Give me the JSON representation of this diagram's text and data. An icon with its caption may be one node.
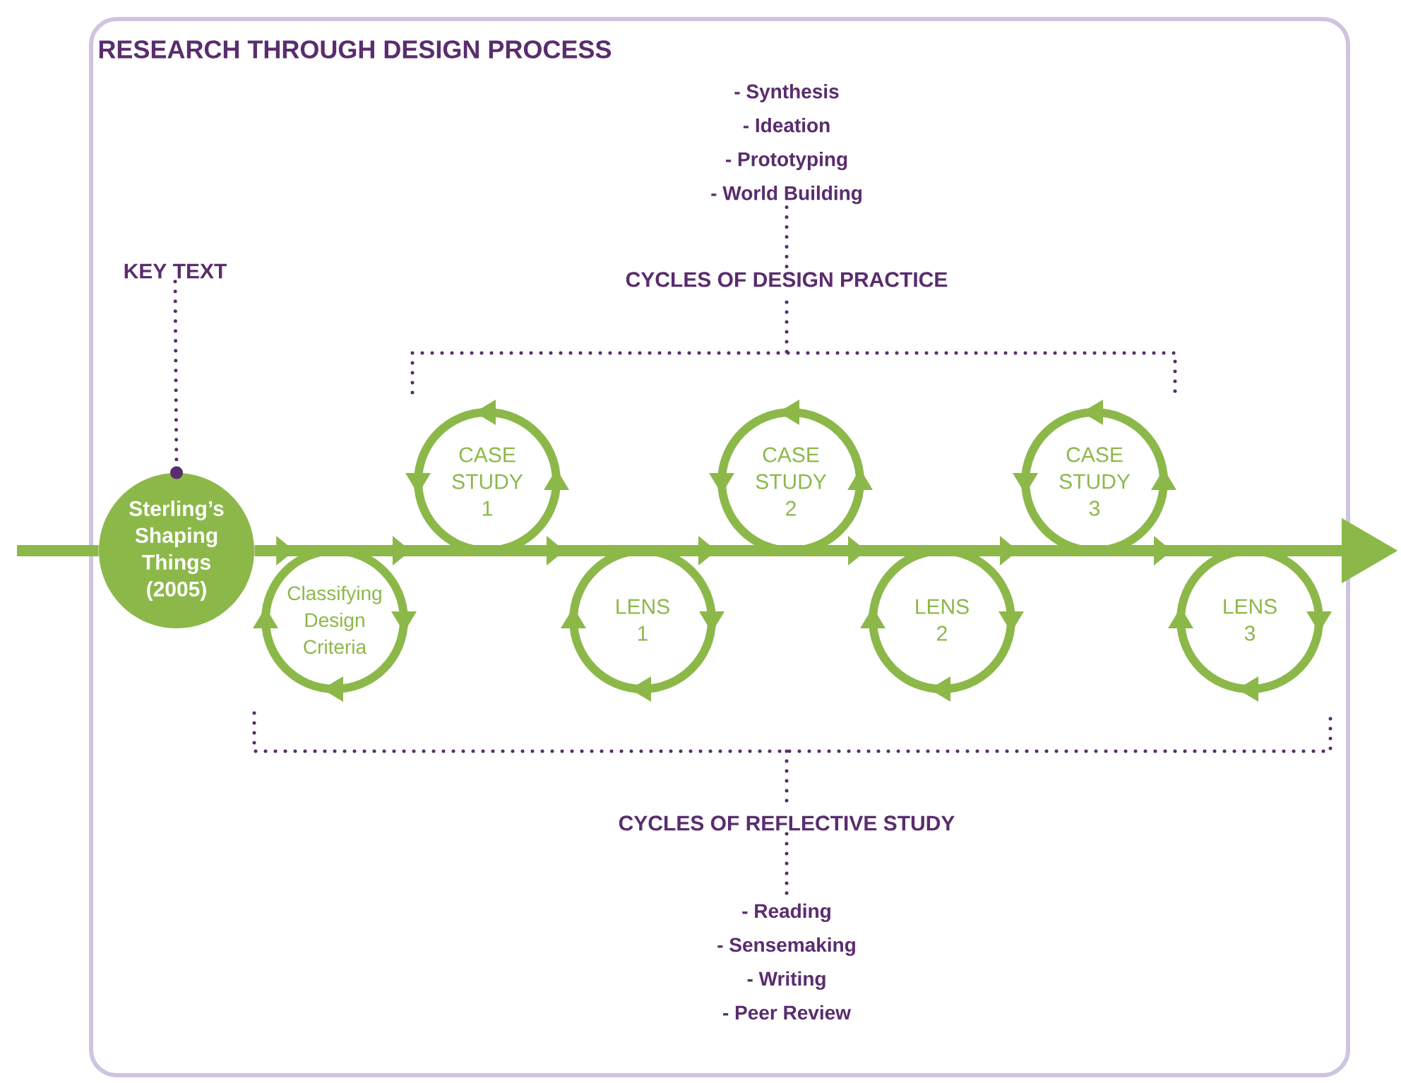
{
  "diagram": {
    "title": "RESEARCH THROUGH DESIGN PROCESS",
    "nodes": [
      {
        "text": [],
        "shape": "box"
      },
      {
        "text": [
          "KEY TEXT"
        ],
        "in": 0
      },
      {
        "text": [
          "Sterling’s Shaping Things (2005)"
        ],
        "in": 0
      },
      {
        "text": [
          "Classifying Design Criteria"
        ],
        "in": 0
      },
      {
        "text": [
          "CASE STUDY 1"
        ],
        "in": 0
      },
      {
        "text": [
          "LENS 1"
        ],
        "in": 0
      },
      {
        "text": [
          "CASE STUDY 2"
        ],
        "in": 0
      },
      {
        "text": [
          "LENS 2"
        ],
        "in": 0
      },
      {
        "text": [
          "CASE STUDY 3"
        ],
        "in": 0
      },
      {
        "text": [
          "LENS 3"
        ],
        "in": 0
      },
      {
        "text": [
          "- Synthesis",
          "- Ideation",
          "- Prototyping",
          "- World Building"
        ],
        "in": 0
      },
      {
        "text": [
          "CYCLES OF DESIGN PRACTICE"
        ],
        "in": 0
      },
      {
        "text": [
          "CYCLES OF REFLECTIVE STUDY"
        ],
        "in": 0
      },
      {
        "text": [
          "- Reading",
          "- Sensemaking",
          "- Writing",
          "- Peer Review"
        ],
        "in": 0
      }
    ],
    "edges": [
      {
        "from": null,
        "to": 2,
        "arrow": "none"
      },
      {
        "from": 2,
        "to": 3,
        "arrow": "to"
      },
      {
        "from": 3,
        "to": 4,
        "arrow": "to"
      },
      {
        "from": 4,
        "to": 5,
        "arrow": "to"
      },
      {
        "from": 5,
        "to": 6,
        "arrow": "to"
      },
      {
        "from": 6,
        "to": 7,
        "arrow": "to"
      },
      {
        "from": 7,
        "to": 8,
        "arrow": "to"
      },
      {
        "from": 8,
        "to": 9,
        "arrow": "to"
      },
      {
        "from": 9,
        "to": null,
        "arrow": "to"
      },
      {
        "from": 1,
        "to": 2,
        "arrow": "other",
        "style": "dashed",
        "color": "#5a2d6e"
      },
      {
        "from": 10,
        "to": 11,
        "arrow": "none",
        "style": "dashed",
        "color": "#5a2d6e"
      },
      {
        "from": 12,
        "to": 13,
        "arrow": "none",
        "style": "dashed",
        "color": "#5a2d6e"
      }
    ]
  }
}
